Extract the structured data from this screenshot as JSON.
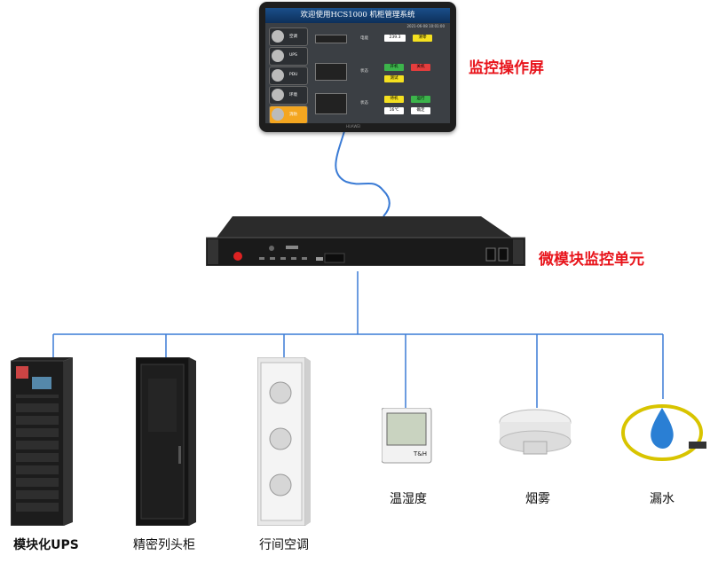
{
  "monitor_screen": {
    "label": "监控操作屏",
    "title": "欢迎使用HCS1000 机柜管理系统",
    "date": "2021-06-08 10:01:00",
    "nav": [
      "空调",
      "UPS",
      "PDU",
      "环境",
      "消防"
    ],
    "rows": [
      {
        "name": "电能",
        "value": "239.3",
        "button": "清零"
      },
      {
        "name": "状态",
        "on": "开机",
        "off": "关机",
        "test": "测试"
      },
      {
        "name": "状态",
        "standby": "待机",
        "run": "运行",
        "setpoint": "16℃",
        "confirm": "确定"
      }
    ],
    "brand": "HUAWEI"
  },
  "controller": {
    "label": "微模块监控单元"
  },
  "devices": [
    {
      "label": "模块化UPS"
    },
    {
      "label": "精密列头柜"
    },
    {
      "label": "行间空调"
    },
    {
      "label": "温湿度"
    },
    {
      "label": "烟雾"
    },
    {
      "label": "漏水"
    }
  ],
  "sensor_text": "T&H",
  "colors": {
    "cable": "#3a7bd5",
    "label_red": "#e8141b",
    "green_btn": "#3cb44b",
    "yellow_btn": "#f4e020",
    "red_btn": "#e43d3d"
  }
}
